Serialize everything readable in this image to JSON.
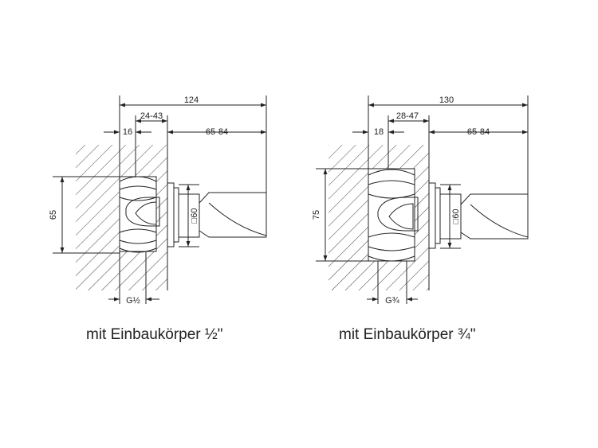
{
  "left": {
    "dimensions": {
      "overall": "124",
      "offset": "24-43",
      "spacing": "16",
      "projection": "65-84",
      "height": "65",
      "square": "□60",
      "thread": "G½"
    },
    "caption": "mit Einbaukörper ½\""
  },
  "right": {
    "dimensions": {
      "overall": "130",
      "offset": "28-47",
      "spacing": "18",
      "projection": "65-84",
      "height": "75",
      "square": "□60",
      "thread": "G¾"
    },
    "caption": "mit Einbaukörper ¾\""
  },
  "colors": {
    "line": "#222222",
    "hatch": "#444444"
  }
}
